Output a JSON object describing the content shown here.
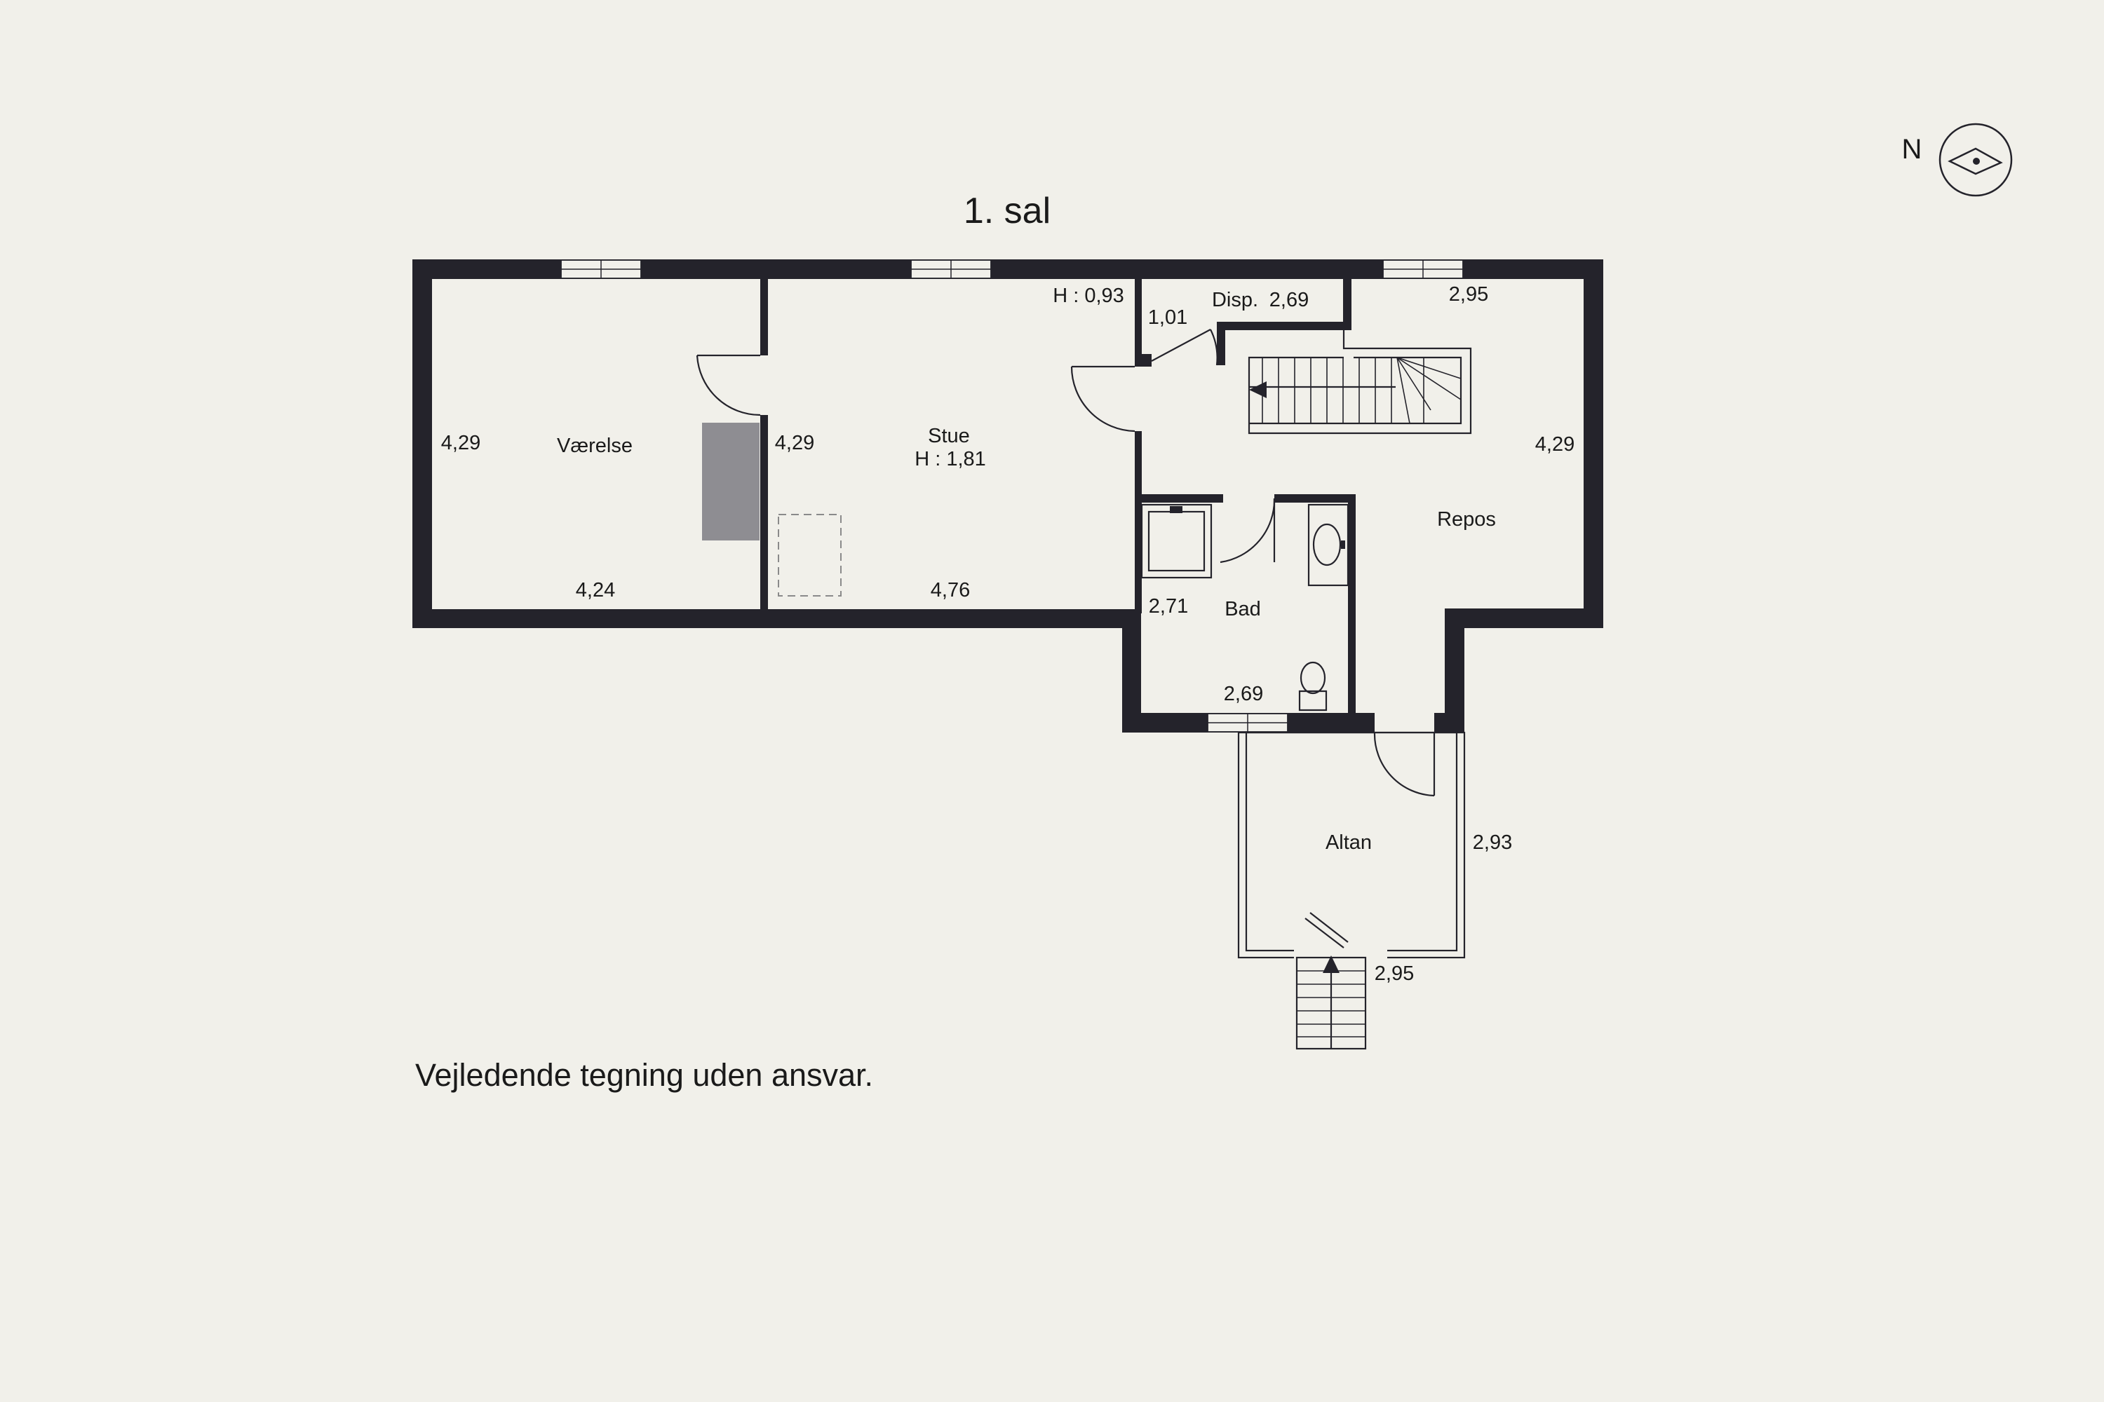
{
  "title": "1. sal",
  "disclaimer": "Vejledende tegning uden ansvar.",
  "north": {
    "label": "N"
  },
  "rooms": {
    "vaerelse": {
      "name": "Værelse",
      "width": "4,24",
      "depth": "4,29"
    },
    "stue": {
      "name": "Stue",
      "height": "H : 1,81",
      "width": "4,76",
      "depth": "4,29",
      "height_low": "H : 0,93"
    },
    "disp": {
      "name": "Disp.",
      "width": "2,69",
      "depth": "1,01"
    },
    "repos": {
      "name": "Repos",
      "width": "2,95",
      "depth": "4,29"
    },
    "bad": {
      "name": "Bad",
      "width": "2,69",
      "depth": "2,71"
    },
    "altan": {
      "name": "Altan",
      "width": "2,95",
      "depth": "2,93"
    }
  },
  "colors": {
    "background": "#f1f0ea",
    "wall": "#24232b",
    "chimney": "#8e8d92"
  },
  "icons": {
    "north": "compass-icon"
  }
}
